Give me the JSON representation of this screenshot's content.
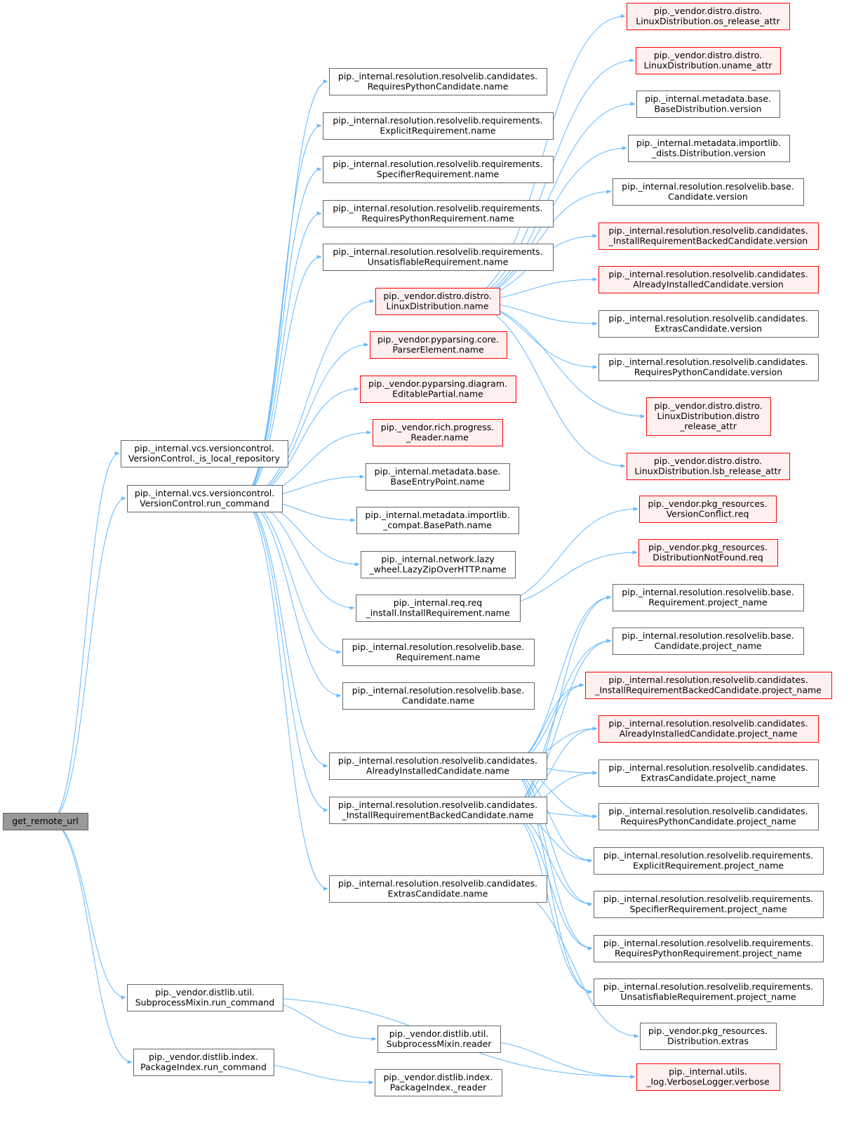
{
  "diagram": {
    "colors": {
      "edge": "#63b8ff",
      "node_border": "#666666",
      "node_fill": "#ffffff",
      "root_fill": "#999999",
      "root_border": "#666666",
      "unresolved_border": "#ff0000",
      "unresolved_fill": "#fff0f0"
    },
    "nodes": [
      {
        "id": "root",
        "style": "root",
        "lines": [
          "get_remote_url"
        ]
      },
      {
        "id": "is_local",
        "style": "normal",
        "lines": [
          "pip._internal.vcs.versioncontrol.",
          "VersionControl._is_local_repository"
        ]
      },
      {
        "id": "run_cmd",
        "style": "normal",
        "lines": [
          "pip._internal.vcs.versioncontrol.",
          "VersionControl.run_command"
        ]
      },
      {
        "id": "dl_run",
        "style": "normal",
        "lines": [
          "pip._vendor.distlib.util.",
          "SubprocessMixin.run_command"
        ]
      },
      {
        "id": "pi_run",
        "style": "normal",
        "lines": [
          "pip._vendor.distlib.index.",
          "PackageIndex.run_command"
        ]
      },
      {
        "id": "m_rpc_name",
        "style": "normal",
        "lines": [
          "pip._internal.resolution.resolvelib.candidates.",
          "RequiresPythonCandidate.name"
        ]
      },
      {
        "id": "m_exp_name",
        "style": "normal",
        "lines": [
          "pip._internal.resolution.resolvelib.requirements.",
          "ExplicitRequirement.name"
        ]
      },
      {
        "id": "m_spec_name",
        "style": "normal",
        "lines": [
          "pip._internal.resolution.resolvelib.requirements.",
          "SpecifierRequirement.name"
        ]
      },
      {
        "id": "m_rpr_name",
        "style": "normal",
        "lines": [
          "pip._internal.resolution.resolvelib.requirements.",
          "RequiresPythonRequirement.name"
        ]
      },
      {
        "id": "m_uns_name",
        "style": "normal",
        "lines": [
          "pip._internal.resolution.resolvelib.requirements.",
          "UnsatisfiableRequirement.name"
        ]
      },
      {
        "id": "m_ld_name",
        "style": "unresolved",
        "lines": [
          "pip._vendor.distro.distro.",
          "LinuxDistribution.name"
        ]
      },
      {
        "id": "m_pe_name",
        "style": "unresolved",
        "lines": [
          "pip._vendor.pyparsing.core.",
          "ParserElement.name"
        ]
      },
      {
        "id": "m_ep_name",
        "style": "unresolved",
        "lines": [
          "pip._vendor.pyparsing.diagram.",
          "EditablePartial.name"
        ]
      },
      {
        "id": "m_rr_name",
        "style": "unresolved",
        "lines": [
          "pip._vendor.rich.progress.",
          "_Reader.name"
        ]
      },
      {
        "id": "m_bep_name",
        "style": "normal",
        "lines": [
          "pip._internal.metadata.base.",
          "BaseEntryPoint.name"
        ]
      },
      {
        "id": "m_bp_name",
        "style": "normal",
        "lines": [
          "pip._internal.metadata.importlib.",
          "_compat.BasePath.name"
        ]
      },
      {
        "id": "m_lz_name",
        "style": "normal",
        "lines": [
          "pip._internal.network.lazy",
          "_wheel.LazyZipOverHTTP.name"
        ]
      },
      {
        "id": "m_ir_name",
        "style": "normal",
        "lines": [
          "pip._internal.req.req",
          "_install.InstallRequirement.name"
        ]
      },
      {
        "id": "m_req_name",
        "style": "normal",
        "lines": [
          "pip._internal.resolution.resolvelib.base.",
          "Requirement.name"
        ]
      },
      {
        "id": "m_cand_name",
        "style": "normal",
        "lines": [
          "pip._internal.resolution.resolvelib.base.",
          "Candidate.name"
        ]
      },
      {
        "id": "m_aic_name",
        "style": "normal",
        "lines": [
          "pip._internal.resolution.resolvelib.candidates.",
          "AlreadyInstalledCandidate.name"
        ]
      },
      {
        "id": "m_irbc_name",
        "style": "normal",
        "lines": [
          "pip._internal.resolution.resolvelib.candidates.",
          "_InstallRequirementBackedCandidate.name"
        ]
      },
      {
        "id": "m_ec_name",
        "style": "normal",
        "lines": [
          "pip._internal.resolution.resolvelib.candidates.",
          "ExtrasCandidate.name"
        ]
      },
      {
        "id": "m_sm_reader",
        "style": "normal",
        "lines": [
          "pip._vendor.distlib.util.",
          "SubprocessMixin.reader"
        ]
      },
      {
        "id": "m_pi_reader",
        "style": "normal",
        "lines": [
          "pip._vendor.distlib.index.",
          "PackageIndex._reader"
        ]
      },
      {
        "id": "r_osrel",
        "style": "unresolved",
        "lines": [
          "pip._vendor.distro.distro.",
          "LinuxDistribution.os_release_attr"
        ]
      },
      {
        "id": "r_uname",
        "style": "unresolved",
        "lines": [
          "pip._vendor.distro.distro.",
          "LinuxDistribution.uname_attr"
        ]
      },
      {
        "id": "r_bd_ver",
        "style": "normal",
        "lines": [
          "pip._internal.metadata.base.",
          "BaseDistribution.version"
        ]
      },
      {
        "id": "r_dd_ver",
        "style": "normal",
        "lines": [
          "pip._internal.metadata.importlib.",
          "_dists.Distribution.version"
        ]
      },
      {
        "id": "r_cand_ver",
        "style": "normal",
        "lines": [
          "pip._internal.resolution.resolvelib.base.",
          "Candidate.version"
        ]
      },
      {
        "id": "r_irbc_ver",
        "style": "unresolved",
        "lines": [
          "pip._internal.resolution.resolvelib.candidates.",
          "_InstallRequirementBackedCandidate.version"
        ]
      },
      {
        "id": "r_aic_ver",
        "style": "unresolved",
        "lines": [
          "pip._internal.resolution.resolvelib.candidates.",
          "AlreadyInstalledCandidate.version"
        ]
      },
      {
        "id": "r_ec_ver",
        "style": "normal",
        "lines": [
          "pip._internal.resolution.resolvelib.candidates.",
          "ExtrasCandidate.version"
        ]
      },
      {
        "id": "r_rpc_ver",
        "style": "normal",
        "lines": [
          "pip._internal.resolution.resolvelib.candidates.",
          "RequiresPythonCandidate.version"
        ]
      },
      {
        "id": "r_distrel",
        "style": "unresolved",
        "lines": [
          "pip._vendor.distro.distro.",
          "LinuxDistribution.distro",
          "_release_attr"
        ]
      },
      {
        "id": "r_lsbrel",
        "style": "unresolved",
        "lines": [
          "pip._vendor.distro.distro.",
          "LinuxDistribution.lsb_release_attr"
        ]
      },
      {
        "id": "r_vc_req",
        "style": "unresolved",
        "lines": [
          "pip._vendor.pkg_resources.",
          "VersionConflict.req"
        ]
      },
      {
        "id": "r_dnf_req",
        "style": "unresolved",
        "lines": [
          "pip._vendor.pkg_resources.",
          "DistributionNotFound.req"
        ]
      },
      {
        "id": "r_req_pn",
        "style": "normal",
        "lines": [
          "pip._internal.resolution.resolvelib.base.",
          "Requirement.project_name"
        ]
      },
      {
        "id": "r_cand_pn",
        "style": "normal",
        "lines": [
          "pip._internal.resolution.resolvelib.base.",
          "Candidate.project_name"
        ]
      },
      {
        "id": "r_irbc_pn",
        "style": "unresolved",
        "lines": [
          "pip._internal.resolution.resolvelib.candidates.",
          "_InstallRequirementBackedCandidate.project_name"
        ]
      },
      {
        "id": "r_aic_pn",
        "style": "unresolved",
        "lines": [
          "pip._internal.resolution.resolvelib.candidates.",
          "AlreadyInstalledCandidate.project_name"
        ]
      },
      {
        "id": "r_ec_pn",
        "style": "normal",
        "lines": [
          "pip._internal.resolution.resolvelib.candidates.",
          "ExtrasCandidate.project_name"
        ]
      },
      {
        "id": "r_rpc_pn",
        "style": "normal",
        "lines": [
          "pip._internal.resolution.resolvelib.candidates.",
          "RequiresPythonCandidate.project_name"
        ]
      },
      {
        "id": "r_exp_pn",
        "style": "normal",
        "lines": [
          "pip._internal.resolution.resolvelib.requirements.",
          "ExplicitRequirement.project_name"
        ]
      },
      {
        "id": "r_spec_pn",
        "style": "normal",
        "lines": [
          "pip._internal.resolution.resolvelib.requirements.",
          "SpecifierRequirement.project_name"
        ]
      },
      {
        "id": "r_rpr_pn",
        "style": "normal",
        "lines": [
          "pip._internal.resolution.resolvelib.requirements.",
          "RequiresPythonRequirement.project_name"
        ]
      },
      {
        "id": "r_uns_pn",
        "style": "normal",
        "lines": [
          "pip._internal.resolution.resolvelib.requirements.",
          "UnsatisfiableRequirement.project_name"
        ]
      },
      {
        "id": "r_dist_extras",
        "style": "normal",
        "lines": [
          "pip._vendor.pkg_resources.",
          "Distribution.extras"
        ]
      },
      {
        "id": "r_verbose",
        "style": "unresolved",
        "lines": [
          "pip._internal.utils.",
          "_log.VerboseLogger.verbose"
        ]
      }
    ],
    "edges": [
      [
        "root",
        "is_local"
      ],
      [
        "root",
        "run_cmd"
      ],
      [
        "root",
        "dl_run"
      ],
      [
        "root",
        "pi_run"
      ],
      [
        "run_cmd",
        "m_rpc_name"
      ],
      [
        "run_cmd",
        "m_exp_name"
      ],
      [
        "run_cmd",
        "m_spec_name"
      ],
      [
        "run_cmd",
        "m_rpr_name"
      ],
      [
        "run_cmd",
        "m_uns_name"
      ],
      [
        "run_cmd",
        "m_ld_name"
      ],
      [
        "run_cmd",
        "m_pe_name"
      ],
      [
        "run_cmd",
        "m_ep_name"
      ],
      [
        "run_cmd",
        "m_rr_name"
      ],
      [
        "run_cmd",
        "m_bep_name"
      ],
      [
        "run_cmd",
        "m_bp_name"
      ],
      [
        "run_cmd",
        "m_lz_name"
      ],
      [
        "run_cmd",
        "m_ir_name"
      ],
      [
        "run_cmd",
        "m_req_name"
      ],
      [
        "run_cmd",
        "m_cand_name"
      ],
      [
        "run_cmd",
        "m_aic_name"
      ],
      [
        "run_cmd",
        "m_irbc_name"
      ],
      [
        "run_cmd",
        "m_ec_name"
      ],
      [
        "m_ld_name",
        "r_osrel"
      ],
      [
        "m_ld_name",
        "r_uname"
      ],
      [
        "m_ld_name",
        "r_bd_ver"
      ],
      [
        "m_ld_name",
        "r_dd_ver"
      ],
      [
        "m_ld_name",
        "r_cand_ver"
      ],
      [
        "m_ld_name",
        "r_irbc_ver"
      ],
      [
        "m_ld_name",
        "r_aic_ver"
      ],
      [
        "m_ld_name",
        "r_ec_ver"
      ],
      [
        "m_ld_name",
        "r_rpc_ver"
      ],
      [
        "m_ld_name",
        "r_distrel"
      ],
      [
        "m_ld_name",
        "r_lsbrel"
      ],
      [
        "m_ir_name",
        "r_vc_req"
      ],
      [
        "m_ir_name",
        "r_dnf_req"
      ],
      [
        "m_aic_name",
        "r_req_pn"
      ],
      [
        "m_aic_name",
        "r_cand_pn"
      ],
      [
        "m_aic_name",
        "r_irbc_pn"
      ],
      [
        "m_aic_name",
        "r_aic_pn"
      ],
      [
        "m_aic_name",
        "r_ec_pn"
      ],
      [
        "m_aic_name",
        "r_rpc_pn"
      ],
      [
        "m_aic_name",
        "r_exp_pn"
      ],
      [
        "m_aic_name",
        "r_spec_pn"
      ],
      [
        "m_aic_name",
        "r_rpr_pn"
      ],
      [
        "m_aic_name",
        "r_uns_pn"
      ],
      [
        "m_irbc_name",
        "r_req_pn"
      ],
      [
        "m_irbc_name",
        "r_cand_pn"
      ],
      [
        "m_irbc_name",
        "r_irbc_pn"
      ],
      [
        "m_irbc_name",
        "r_aic_pn"
      ],
      [
        "m_irbc_name",
        "r_ec_pn"
      ],
      [
        "m_irbc_name",
        "r_rpc_pn"
      ],
      [
        "m_irbc_name",
        "r_exp_pn"
      ],
      [
        "m_irbc_name",
        "r_spec_pn"
      ],
      [
        "m_irbc_name",
        "r_rpr_pn"
      ],
      [
        "m_irbc_name",
        "r_uns_pn"
      ],
      [
        "m_ec_name",
        "r_dist_extras"
      ],
      [
        "dl_run",
        "m_sm_reader"
      ],
      [
        "dl_run",
        "r_verbose"
      ],
      [
        "m_sm_reader",
        "r_verbose"
      ],
      [
        "pi_run",
        "m_pi_reader"
      ]
    ]
  }
}
